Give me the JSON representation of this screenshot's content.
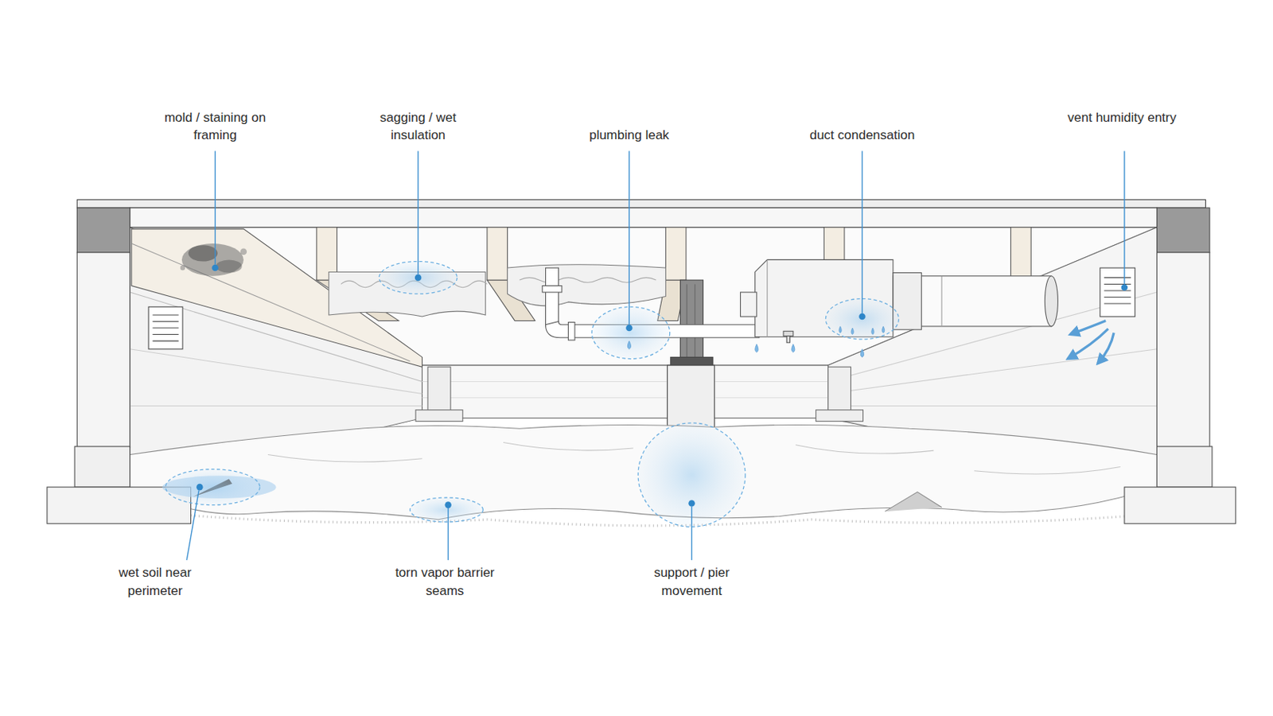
{
  "diagram": {
    "labels": [
      "mold / staining on framing",
      "sagging / wet insulation",
      "plumbing leak",
      "duct condensation",
      "vent humidity entry",
      "wet soil near perimeter",
      "torn vapor barrier seams",
      "support / pier movement"
    ]
  }
}
